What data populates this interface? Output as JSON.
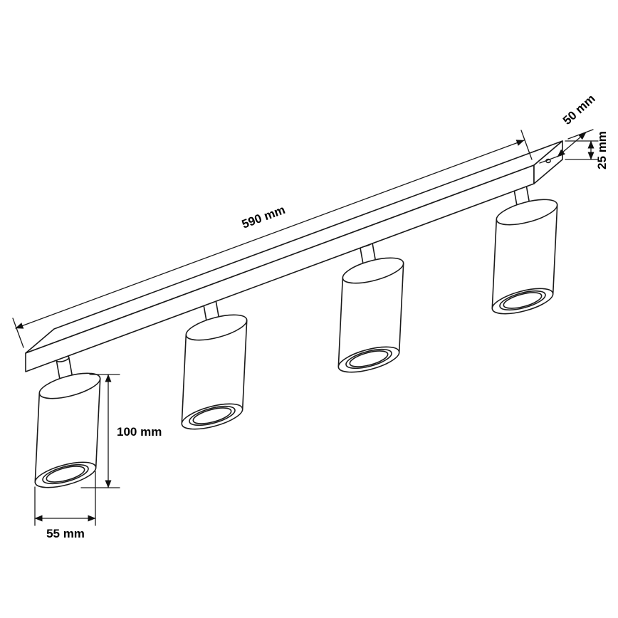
{
  "style": {
    "line_color": "#1a1a1a",
    "text_color": "#000000",
    "background": "#ffffff"
  },
  "labels": {
    "bar_length": "590 mm",
    "bar_width": "50 mm",
    "bar_height": "25 mm",
    "spot_height": "100 mm",
    "spot_diameter": "55 mm"
  }
}
